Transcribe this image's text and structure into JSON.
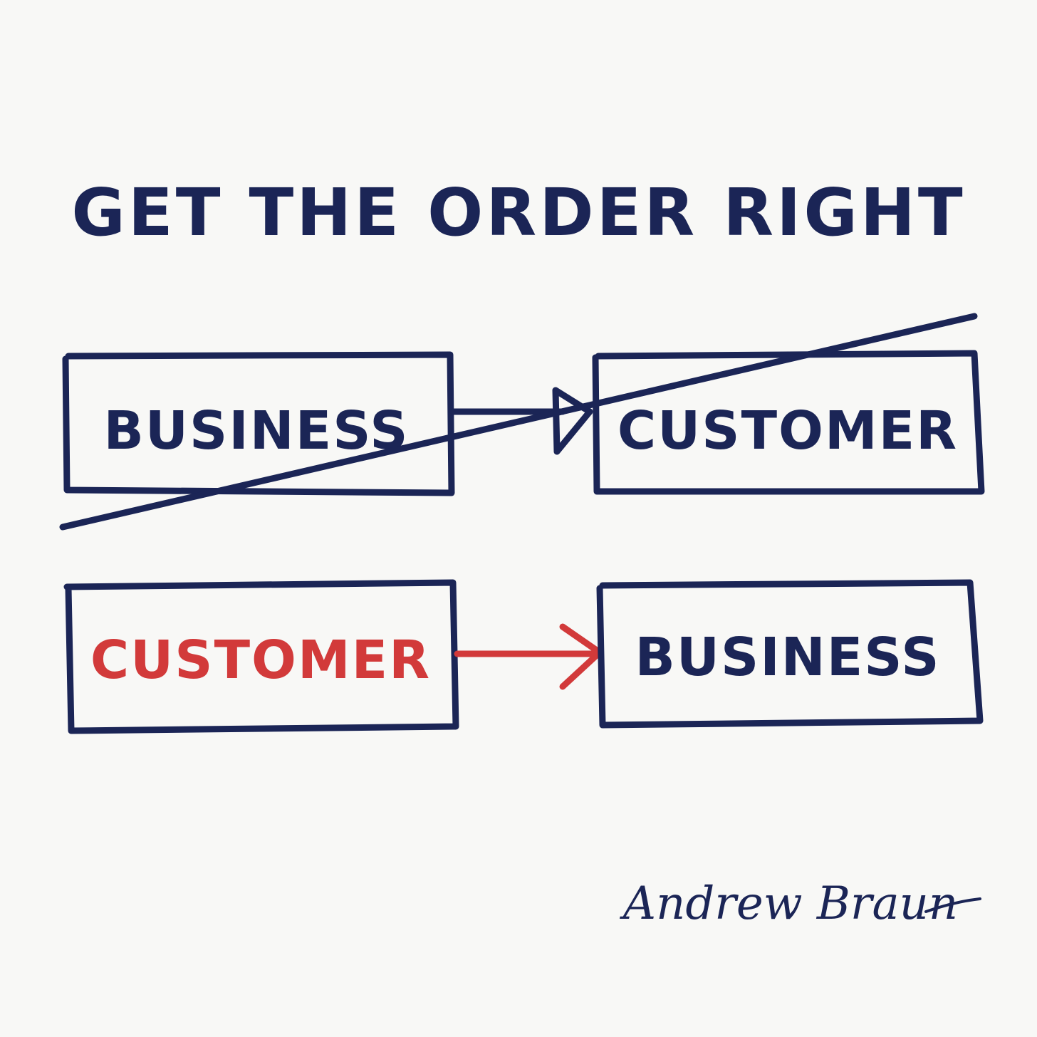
{
  "title": "GET THE ORDER RIGHT",
  "colors": {
    "ink": "#1b2556",
    "accent": "#d23a3a",
    "paper": "#f8f8f6"
  },
  "rows": [
    {
      "from": "BUSINESS",
      "to": "CUSTOMER",
      "crossed_out": true
    },
    {
      "from": "CUSTOMER",
      "to": "BUSINESS",
      "crossed_out": false,
      "highlight": "from"
    }
  ],
  "signature": "Andrew Braun"
}
